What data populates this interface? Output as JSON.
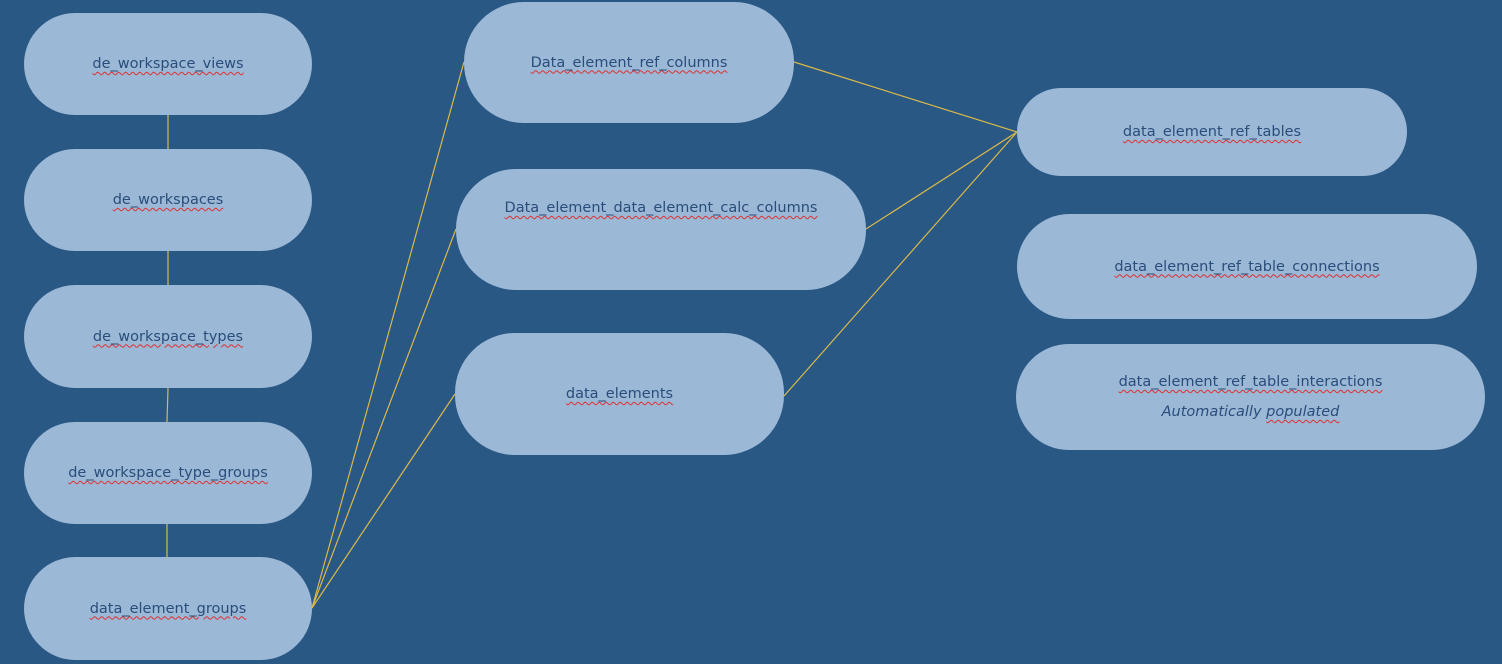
{
  "colors": {
    "background": "#2a5885",
    "node_fill": "#9bb8d6",
    "node_text": "#2a4d7a",
    "connector": "#d9b84a",
    "spellcheck_underline": "#e03030"
  },
  "nodes": {
    "de_workspace_views": "de_workspace_views",
    "de_workspaces": "de_workspaces",
    "de_workspace_types": "de_workspace_types",
    "de_workspace_type_groups": "de_workspace_type_groups",
    "data_element_groups": "data_element_groups",
    "data_element_ref_columns": "Data_element_ref_columns",
    "data_element_calc_columns": "Data_element_data_element_calc_columns",
    "data_elements": "data_elements",
    "data_element_ref_tables": "data_element_ref_tables",
    "data_element_ref_table_connections": "data_element_ref_table_connections",
    "data_element_ref_table_interactions": "data_element_ref_table_interactions",
    "interactions_note_prefix": "Automatically",
    "interactions_note_word": "populated"
  },
  "connections": [
    [
      "de_workspace_views",
      "de_workspaces"
    ],
    [
      "de_workspaces",
      "de_workspace_types"
    ],
    [
      "de_workspace_types",
      "de_workspace_type_groups"
    ],
    [
      "de_workspace_type_groups",
      "data_element_groups"
    ],
    [
      "data_element_groups",
      "data_element_ref_columns"
    ],
    [
      "data_element_groups",
      "data_element_calc_columns"
    ],
    [
      "data_element_groups",
      "data_elements"
    ],
    [
      "data_element_ref_columns",
      "data_element_ref_tables"
    ],
    [
      "data_element_calc_columns",
      "data_element_ref_tables"
    ],
    [
      "data_elements",
      "data_element_ref_tables"
    ]
  ]
}
